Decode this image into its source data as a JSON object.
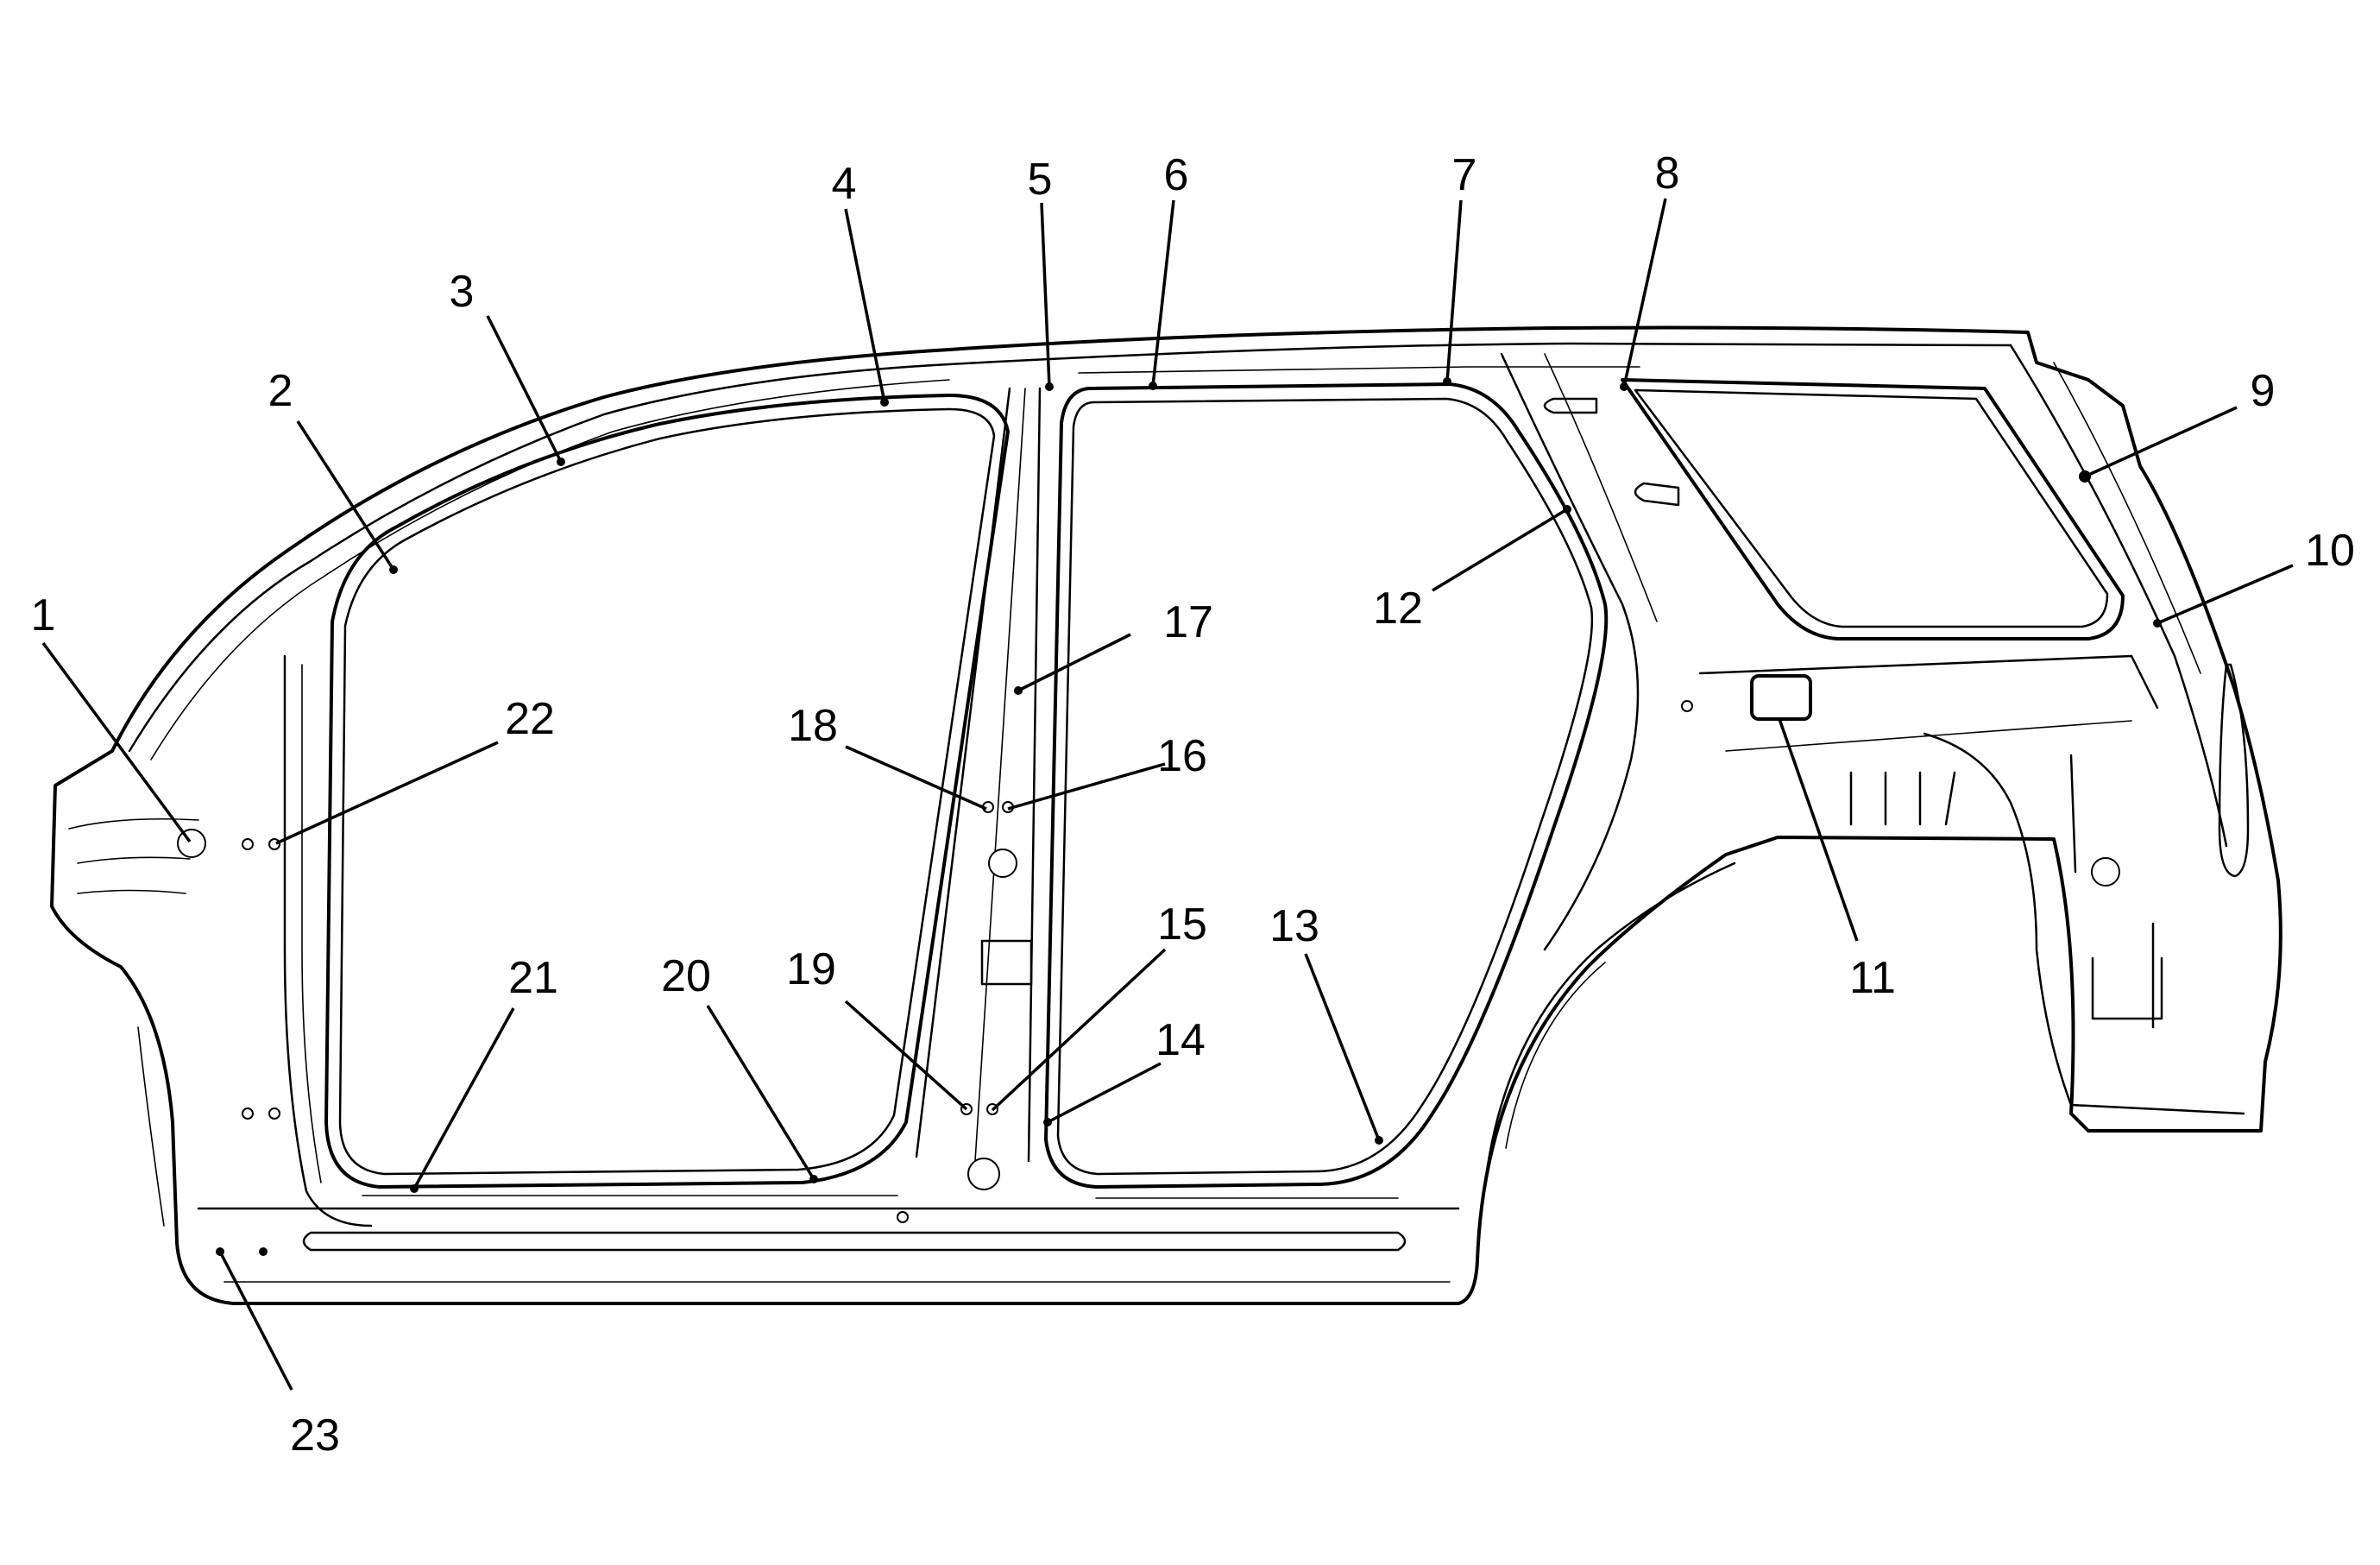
{
  "callouts": [
    {
      "id": "1",
      "label": "1"
    },
    {
      "id": "2",
      "label": "2"
    },
    {
      "id": "3",
      "label": "3"
    },
    {
      "id": "4",
      "label": "4"
    },
    {
      "id": "5",
      "label": "5"
    },
    {
      "id": "6",
      "label": "6"
    },
    {
      "id": "7",
      "label": "7"
    },
    {
      "id": "8",
      "label": "8"
    },
    {
      "id": "9",
      "label": "9"
    },
    {
      "id": "10",
      "label": "10"
    },
    {
      "id": "11",
      "label": "11"
    },
    {
      "id": "12",
      "label": "12"
    },
    {
      "id": "13",
      "label": "13"
    },
    {
      "id": "14",
      "label": "14"
    },
    {
      "id": "15",
      "label": "15"
    },
    {
      "id": "16",
      "label": "16"
    },
    {
      "id": "17",
      "label": "17"
    },
    {
      "id": "18",
      "label": "18"
    },
    {
      "id": "19",
      "label": "19"
    },
    {
      "id": "20",
      "label": "20"
    },
    {
      "id": "21",
      "label": "21"
    },
    {
      "id": "22",
      "label": "22"
    },
    {
      "id": "23",
      "label": "23"
    }
  ],
  "colors": {
    "line": "#000000",
    "background": "#ffffff"
  }
}
